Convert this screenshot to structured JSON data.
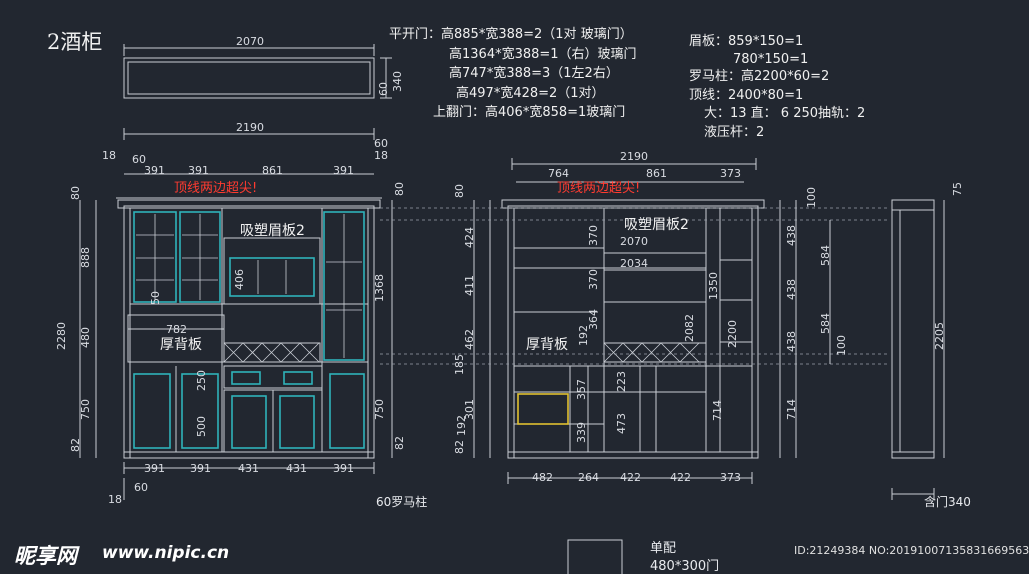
{
  "title": "2酒柜",
  "specs_doors": [
    "平开门：高885*宽388=2（1对 玻璃门）",
    "高1364*宽388=1（右）玻璃门",
    "高747*宽388=3（1左2右）",
    "高497*宽428=2（1对）",
    "上翻门：高406*宽858=1玻璃门"
  ],
  "specs_parts": [
    "眉板：859*150=1",
    "780*150=1",
    "罗马柱：高2200*60=2",
    "顶线：2400*80=1",
    "大：13 直：   6     250抽轨：2",
    "液压杆：2"
  ],
  "top_view": {
    "width": "2070",
    "h1": "340",
    "h2": "60"
  },
  "front": {
    "overall": "2190",
    "top_dims": [
      "18",
      "60",
      "391",
      "391",
      "861",
      "391",
      "60",
      "18"
    ],
    "warning": "顶线两边超尖!",
    "label_lintel": "吸塑眉板2",
    "label_back": "厚背板",
    "dim_782": "782",
    "dim_50": "50",
    "dim_406": "406",
    "dim_250": "250",
    "dim_500": "500",
    "left_dims": [
      "80",
      "888",
      "480",
      "750",
      "82"
    ],
    "overall_h": "2280",
    "right_dims": [
      "80",
      "1368",
      "750",
      "82"
    ],
    "bottom_dims": [
      "391",
      "391",
      "431",
      "431",
      "391"
    ],
    "bottom_small": [
      "18",
      "60"
    ],
    "column_note": "60罗马柱"
  },
  "inner": {
    "overall": "2190",
    "top_dims": [
      "764",
      "861",
      "373"
    ],
    "warning": "顶线两边超尖!",
    "label_lintel": "吸塑眉板2",
    "label_back": "厚背板",
    "dims_mid": [
      "370",
      "2070",
      "370",
      "2034",
      "1350",
      "192",
      "364",
      "2082",
      "2200",
      "357",
      "223",
      "339",
      "473",
      "714"
    ],
    "left_dims": [
      "80",
      "424",
      "411",
      "462",
      "185",
      "301",
      "192",
      "82"
    ],
    "bottom_dims": [
      "482",
      "264",
      "422",
      "422",
      "373"
    ]
  },
  "right_view": {
    "left_dims": [
      "100",
      "438",
      "438",
      "438",
      "714"
    ],
    "mid_dims": [
      "584",
      "584",
      "100"
    ],
    "overall_h": "2205",
    "top": "75",
    "bottom": "含门340"
  },
  "bottom_note": {
    "l1": "单配",
    "l2": "480*300门"
  },
  "watermark": {
    "brand": "昵享网",
    "url": "www.nipic.cn",
    "id": "ID:21249384 NO:20191007135831669563"
  }
}
